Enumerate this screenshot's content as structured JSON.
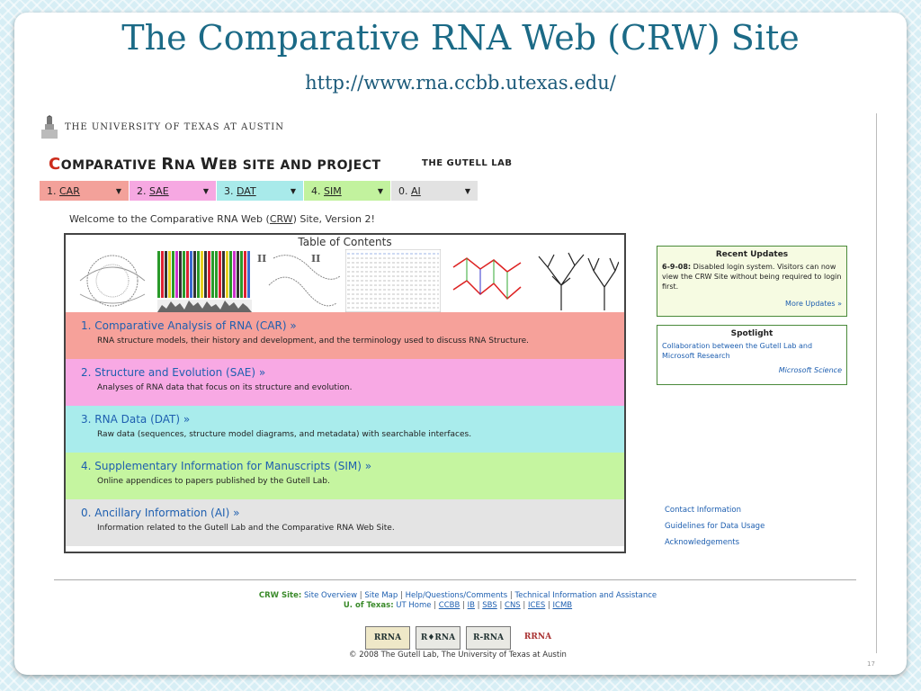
{
  "slide": {
    "title": "The Comparative RNA Web (CRW) Site",
    "url": "http://www.rna.ccbb.utexas.edu/"
  },
  "header": {
    "university": "THE UNIVERSITY OF TEXAS AT AUSTIN",
    "site_title_c": "C",
    "site_title_rest1": "OMPARATIVE ",
    "site_title_r": "R",
    "site_title_rest2": "NA ",
    "site_title_w": "W",
    "site_title_rest3": "EB SITE AND PROJECT",
    "lab": "THE GUTELL LAB"
  },
  "nav": [
    {
      "num": "1.",
      "label": "CAR",
      "color": "#f3a19a"
    },
    {
      "num": "2.",
      "label": "SAE",
      "color": "#f6a8e2"
    },
    {
      "num": "3.",
      "label": "DAT",
      "color": "#a8eaea"
    },
    {
      "num": "4.",
      "label": "SIM",
      "color": "#c2f29e"
    },
    {
      "num": "0.",
      "label": "AI",
      "color": "#e2e2e2"
    }
  ],
  "welcome": {
    "pre": "Welcome to the Comparative RNA Web (",
    "link": "CRW",
    "post": ") Site, Version 2!"
  },
  "toc": {
    "title": "Table of Contents",
    "images": [
      {
        "label": "",
        "color": "#777777"
      },
      {
        "label": "II",
        "color": "#555555"
      },
      {
        "label": "II",
        "color": "#555555"
      },
      {
        "label": "",
        "color": "#cc2222"
      }
    ],
    "sections": [
      {
        "head": "1. Comparative Analysis of RNA (CAR) »",
        "desc": "RNA structure models, their history and development, and the terminology used to discuss RNA Structure.",
        "color": "#f6a19a"
      },
      {
        "head": "2. Structure and Evolution (SAE) »",
        "desc": "Analyses of RNA data that focus on its structure and evolution.",
        "color": "#f8a9e4"
      },
      {
        "head": "3. RNA Data (DAT) »",
        "desc": "Raw data (sequences, structure model diagrams, and metadata) with searchable interfaces.",
        "color": "#a9ecec"
      },
      {
        "head": "4. Supplementary Information for Manuscripts (SIM) »",
        "desc": "Online appendices to papers published by the Gutell Lab.",
        "color": "#c5f5a0"
      },
      {
        "head": "0. Ancillary Information (AI) »",
        "desc": "Information related to the Gutell Lab and the Comparative RNA Web Site.",
        "color": "#e4e4e4"
      }
    ]
  },
  "recent_updates": {
    "title": "Recent Updates",
    "date": "6-9-08:",
    "text": "Disabled login system. Visitors can now view the CRW Site without being required to login first.",
    "more": "More Updates »"
  },
  "spotlight": {
    "title": "Spotlight",
    "text": "Collaboration between the Gutell Lab and Microsoft Research",
    "link": "Microsoft Science"
  },
  "side_links": [
    "Contact Information",
    "Guidelines for Data Usage",
    "Acknowledgements"
  ],
  "footer": {
    "crw_label": "CRW Site:",
    "crw_links": [
      "Site Overview",
      "Site Map",
      "Help/Questions/Comments",
      "Technical Information and Assistance"
    ],
    "ut_label": "U. of Texas:",
    "ut_links": [
      "UT Home",
      "CCBB",
      "IB",
      "SBS",
      "CNS",
      "ICES",
      "ICMB"
    ],
    "badges": [
      "RRNA",
      "R♦RNA",
      "R-RNA",
      "RRNA"
    ],
    "copyright": "© 2008 The Gutell Lab, The University of Texas at Austin"
  },
  "page_number": "17"
}
